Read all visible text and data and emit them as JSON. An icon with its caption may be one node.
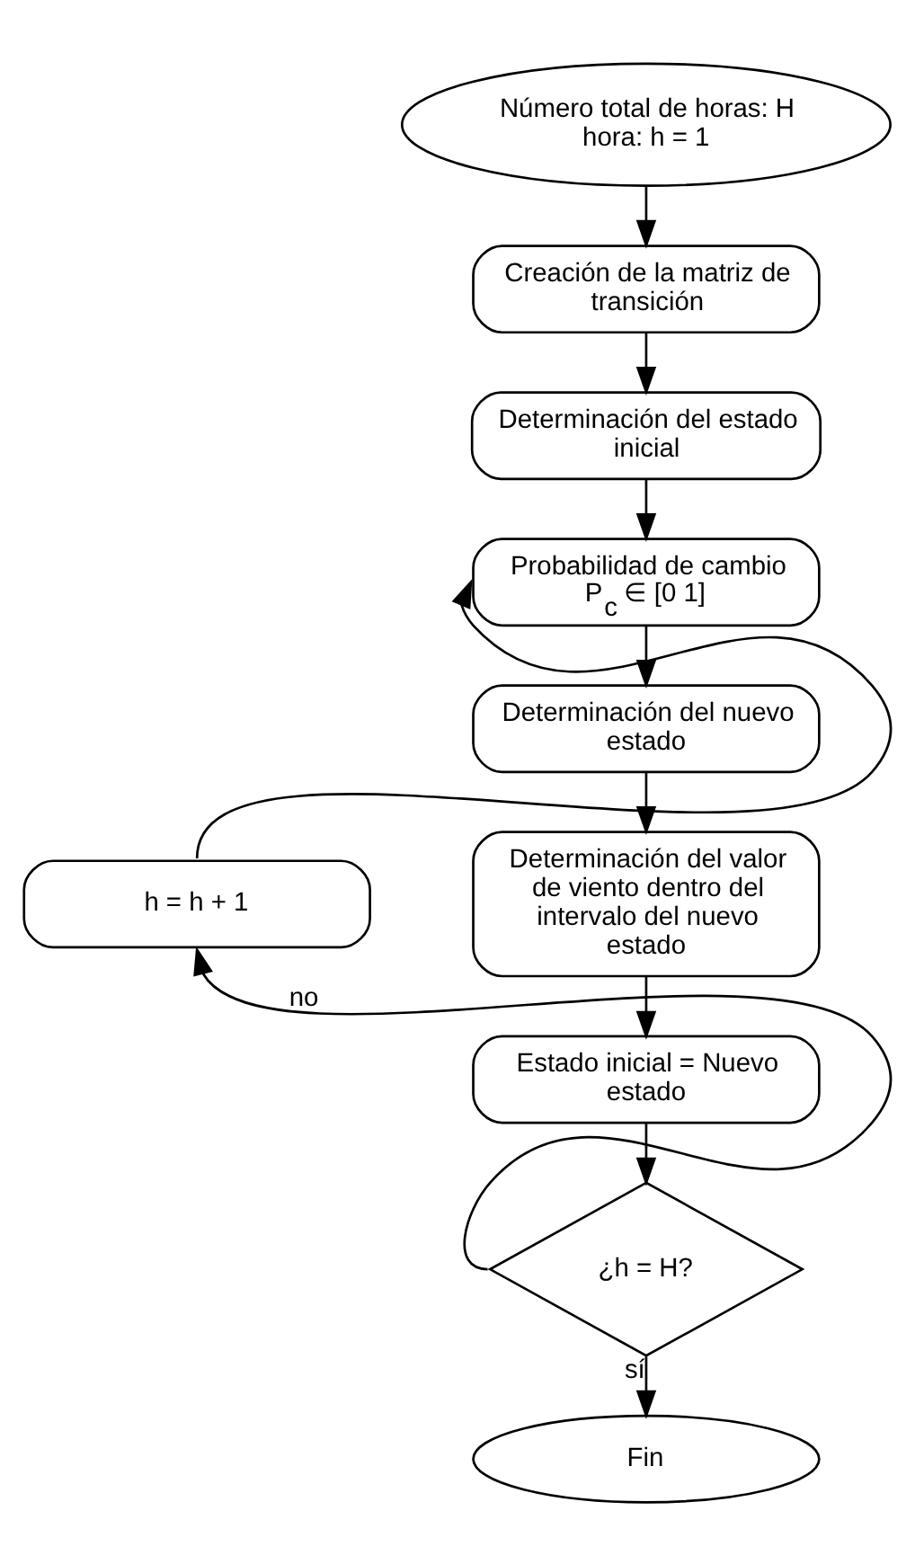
{
  "diagram": {
    "nodes": [
      {
        "text": [
          "Número total de horas: H hora: h = 1"
        ]
      },
      {
        "text": [
          "Creación de la matriz de transición"
        ]
      },
      {
        "text": [
          "Determinación del estado inicial"
        ]
      },
      {
        "text": [
          "Probabilidad de cambio P$_{c}$ ∈ [0 1]"
        ]
      },
      {
        "text": [
          "Determinación del nuevo estado"
        ]
      },
      {
        "text": [
          "Determinación del valor de viento dentro del intervalo del nuevo estado"
        ]
      },
      {
        "text": [
          "Estado inicial = Nuevo estado"
        ]
      },
      {
        "text": [
          "¿h = H?"
        ]
      },
      {
        "text": [
          "Fin"
        ]
      },
      {
        "text": [
          "h = h + 1"
        ]
      }
    ],
    "edges": [
      {
        "from": 0,
        "to": 1,
        "arrow": "to"
      },
      {
        "from": 1,
        "to": 2,
        "arrow": "to"
      },
      {
        "from": 2,
        "to": 3,
        "arrow": "to"
      },
      {
        "from": 3,
        "to": 4,
        "arrow": "to"
      },
      {
        "from": 4,
        "to": 5,
        "arrow": "to"
      },
      {
        "from": 5,
        "to": 6,
        "arrow": "to"
      },
      {
        "from": 6,
        "to": 7,
        "arrow": "to"
      },
      {
        "from": 7,
        "to": 8,
        "label": "sí",
        "arrow": "to"
      },
      {
        "from": 7,
        "to": 9,
        "label": "no",
        "arrow": "to"
      },
      {
        "from": 9,
        "to": 3,
        "arrow": "to"
      }
    ]
  }
}
